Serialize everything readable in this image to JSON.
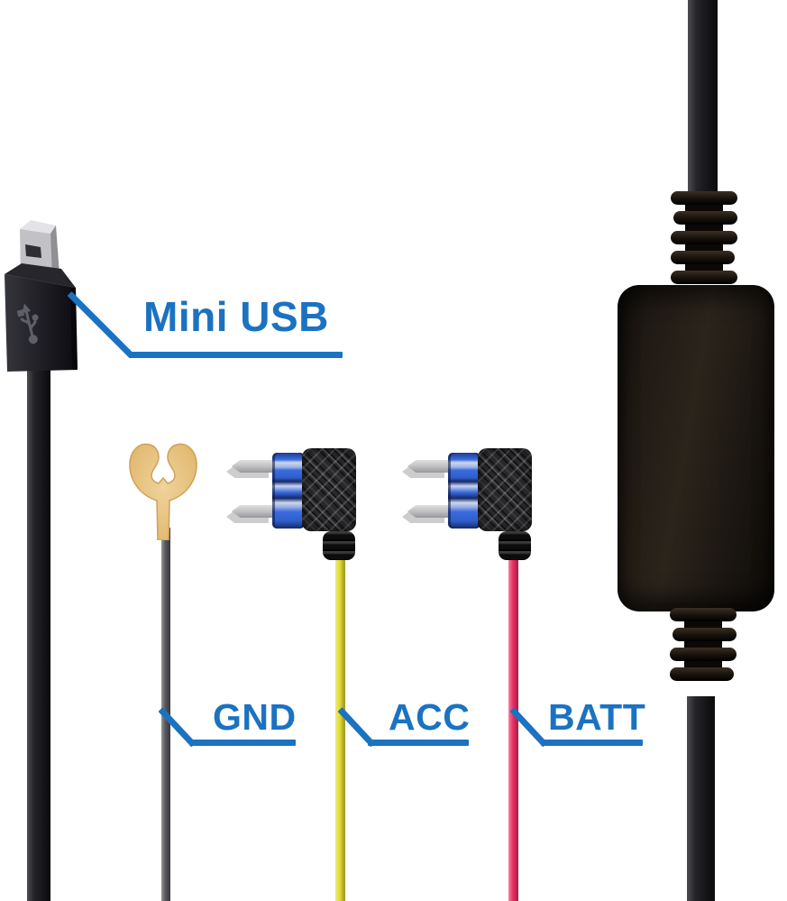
{
  "page": {
    "type": "annotated product diagram",
    "background": "#ffffff"
  },
  "labels": {
    "mini_usb": "Mini USB",
    "gnd": "GND",
    "acc": "ACC",
    "batt": "BATT"
  },
  "colors": {
    "accent": "#1b72c1",
    "background": "#ffffff",
    "wire_gnd": "#56565b",
    "wire_acc": "#e2dc33",
    "wire_batt": "#ee3064",
    "cable_black": "#1b1b20",
    "terminal_gold": "#e3bc74",
    "fuse_blue": "#2f5ec9",
    "blade_silver": "#c3c3c5",
    "module_black": "#221c15"
  },
  "components": [
    {
      "id": "mini-usb-connector",
      "name": "Mini USB connector"
    },
    {
      "id": "ground-spade-terminal",
      "name": "ground spade terminal"
    },
    {
      "id": "fuse-tap-acc",
      "name": "ACC mini fuse tap"
    },
    {
      "id": "fuse-tap-batt",
      "name": "BATT mini fuse tap"
    },
    {
      "id": "voltage-converter-module",
      "name": "inline converter module"
    }
  ]
}
